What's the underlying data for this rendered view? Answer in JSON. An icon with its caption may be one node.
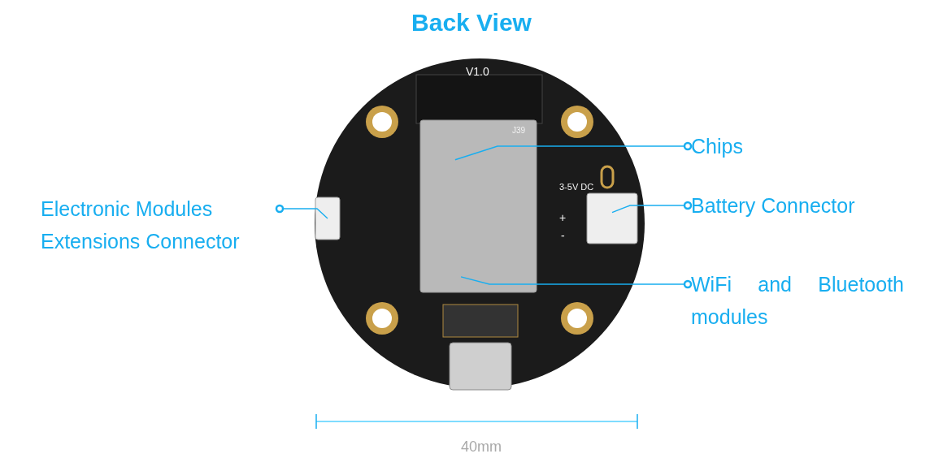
{
  "diagram": {
    "title": "Back View",
    "nodes": [
      {
        "text": [
          "Electronic Modules Extensions Connector"
        ]
      },
      {
        "text": [],
        "shape": "box"
      },
      {
        "text": [
          "Chips"
        ]
      },
      {
        "text": [],
        "shape": "box"
      },
      {
        "text": [
          "Battery Connector"
        ]
      },
      {
        "text": [],
        "shape": "box"
      },
      {
        "text": [
          "WiFi and Bluetooth modules"
        ]
      }
    ],
    "edges": [
      {
        "from": 0,
        "to": 1,
        "arrow": "other"
      },
      {
        "from": 2,
        "to": 3,
        "arrow": "other"
      },
      {
        "from": 4,
        "to": 5,
        "arrow": "other"
      },
      {
        "from": 6,
        "to": 3,
        "arrow": "other"
      }
    ],
    "labels": [
      "V1.0",
      "J39",
      "3-5V DC",
      "+",
      "-",
      "40mm"
    ]
  }
}
